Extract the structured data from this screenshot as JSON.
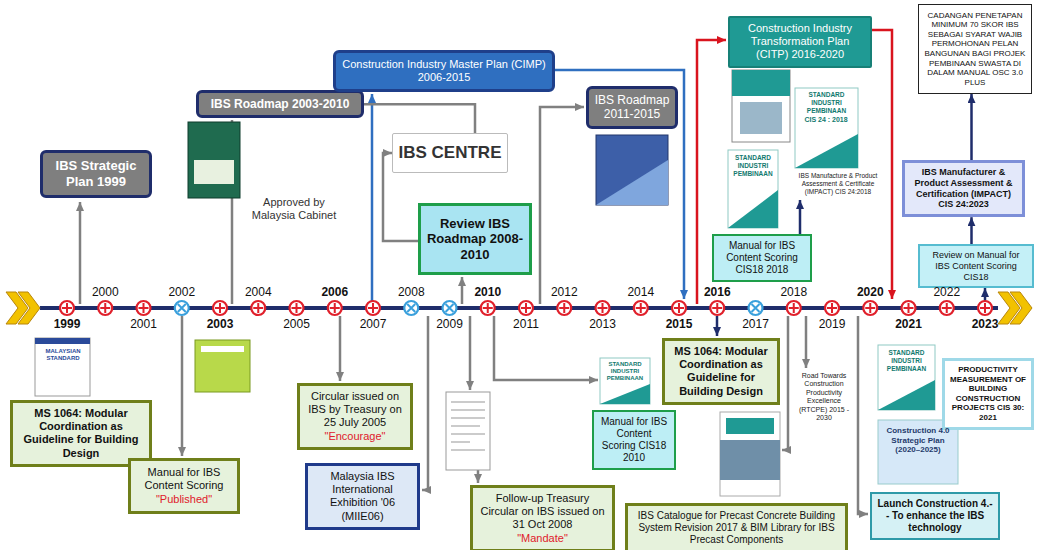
{
  "diagram": {
    "nodes": [
      {
        "text": [
          "IBS Strategic Plan 1999"
        ]
      },
      {
        "text": [
          "IBS Roadmap 2003-2010"
        ]
      },
      {
        "text": [
          "Construction Industry Master Plan (CIMP) 2006-2015"
        ]
      },
      {
        "text": [
          "IBS CENTRE"
        ]
      },
      {
        "text": [
          "Review IBS Roadmap 2008-2010"
        ]
      },
      {
        "text": [
          "IBS Roadmap 2011-2015"
        ]
      },
      {
        "text": [
          "Construction Industry Transformation Plan (CITP) 2016-2020"
        ]
      },
      {
        "text": [
          "Manual for IBS Content Scoring CIS18 2018"
        ]
      },
      {
        "text": [
          "CADANGAN PENETAPAN MINIMUM 70 SKOR IBS SEBAGAI SYARAT WAJIB PERMOHONAN PELAN BANGUNAN BAGI PROJEK PEMBINAAN SWASTA DI DALAM MANUAL OSC 3.0 PLUS"
        ]
      },
      {
        "text": [
          "IBS Manufacturer & Product Assessment & Certification (IMPACT) CIS 24:2023"
        ]
      },
      {
        "text": [
          "Review on Manual for IBS Content Scoring CIS18"
        ]
      },
      {
        "text": [
          "MS 1064: Modular Coordination as Guideline for Building Design"
        ]
      },
      {
        "text": [
          "Manual for IBS Content Scoring",
          "\"Published\""
        ]
      },
      {
        "text": [
          "Circular issued on IBS by Treasury on 25 July 2005",
          "\"Encourage\""
        ]
      },
      {
        "text": [
          "Malaysia IBS International Exhibition '06 (MIIE06)"
        ]
      },
      {
        "text": [
          "Follow-up Treasury Circular on IBS issued on 31 Oct 2008",
          "\"Mandate\""
        ]
      },
      {
        "text": [
          "Manual for IBS Content Scoring CIS18 2010"
        ]
      },
      {
        "text": [
          "MS 1064: Modular Coordination as Guideline for Building Design"
        ]
      },
      {
        "text": [
          "IBS Catalogue for Precast Concrete Building System Revision 2017 & BIM Library for IBS Precast Components"
        ]
      },
      {
        "text": [
          "Launch Construction 4.- - To enhance the IBS technology"
        ]
      },
      {
        "text": [
          "PRODUCTIVITY MEASUREMENT OF BUILDING CONSTRUCTION PROJECTS CIS 30: 2021"
        ]
      }
    ],
    "edges": [
      {
        "from": 1,
        "to": 3,
        "arrow": "none"
      },
      {
        "from": 4,
        "to": 3,
        "arrow": "to"
      },
      {
        "from": 9,
        "to": 8,
        "arrow": "to"
      },
      {
        "from": 10,
        "to": 9,
        "arrow": "to"
      }
    ],
    "labels": [
      "Approved by Malaysia Cabinet",
      "1999",
      "2000",
      "2001",
      "2002",
      "2003",
      "2004",
      "2005",
      "2006",
      "2007",
      "2008",
      "2009",
      "2010",
      "2011",
      "2012",
      "2013",
      "2014",
      "2015",
      "2016",
      "2017",
      "2018",
      "2019",
      "2020",
      "2021",
      "2022",
      "2023",
      "STANDARD INDUSTRI PEMBINAAN",
      "STANDARD INDUSTRI PEMBINAAN",
      "CIS 24 : 2018",
      "IBS Manufacture & Product Assessment & Certificate (IMPACT) CIS 24:2018",
      "Road Towards Construction Productivity Excellence (RTCPE) 2015 - 2030",
      "STANDARD INDUSTRI PEMBINAAN",
      "STANDARD INDUSTRI PEMBINAAN",
      "Construction 4.0 Strategic Plan (2020–2025)",
      "MALAYSIAN STANDARD"
    ]
  }
}
